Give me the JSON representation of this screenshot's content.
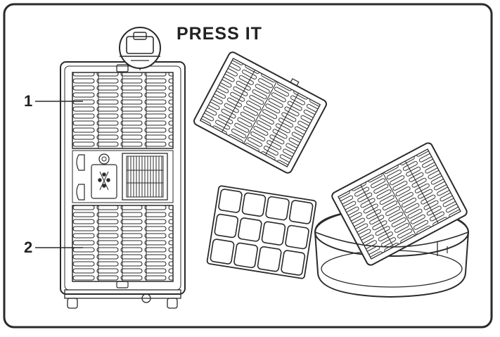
{
  "title": "PRESS IT",
  "callouts": [
    {
      "number": "1"
    },
    {
      "number": "2"
    }
  ],
  "colors": {
    "stroke": "#2a2a2a",
    "background": "#ffffff"
  }
}
